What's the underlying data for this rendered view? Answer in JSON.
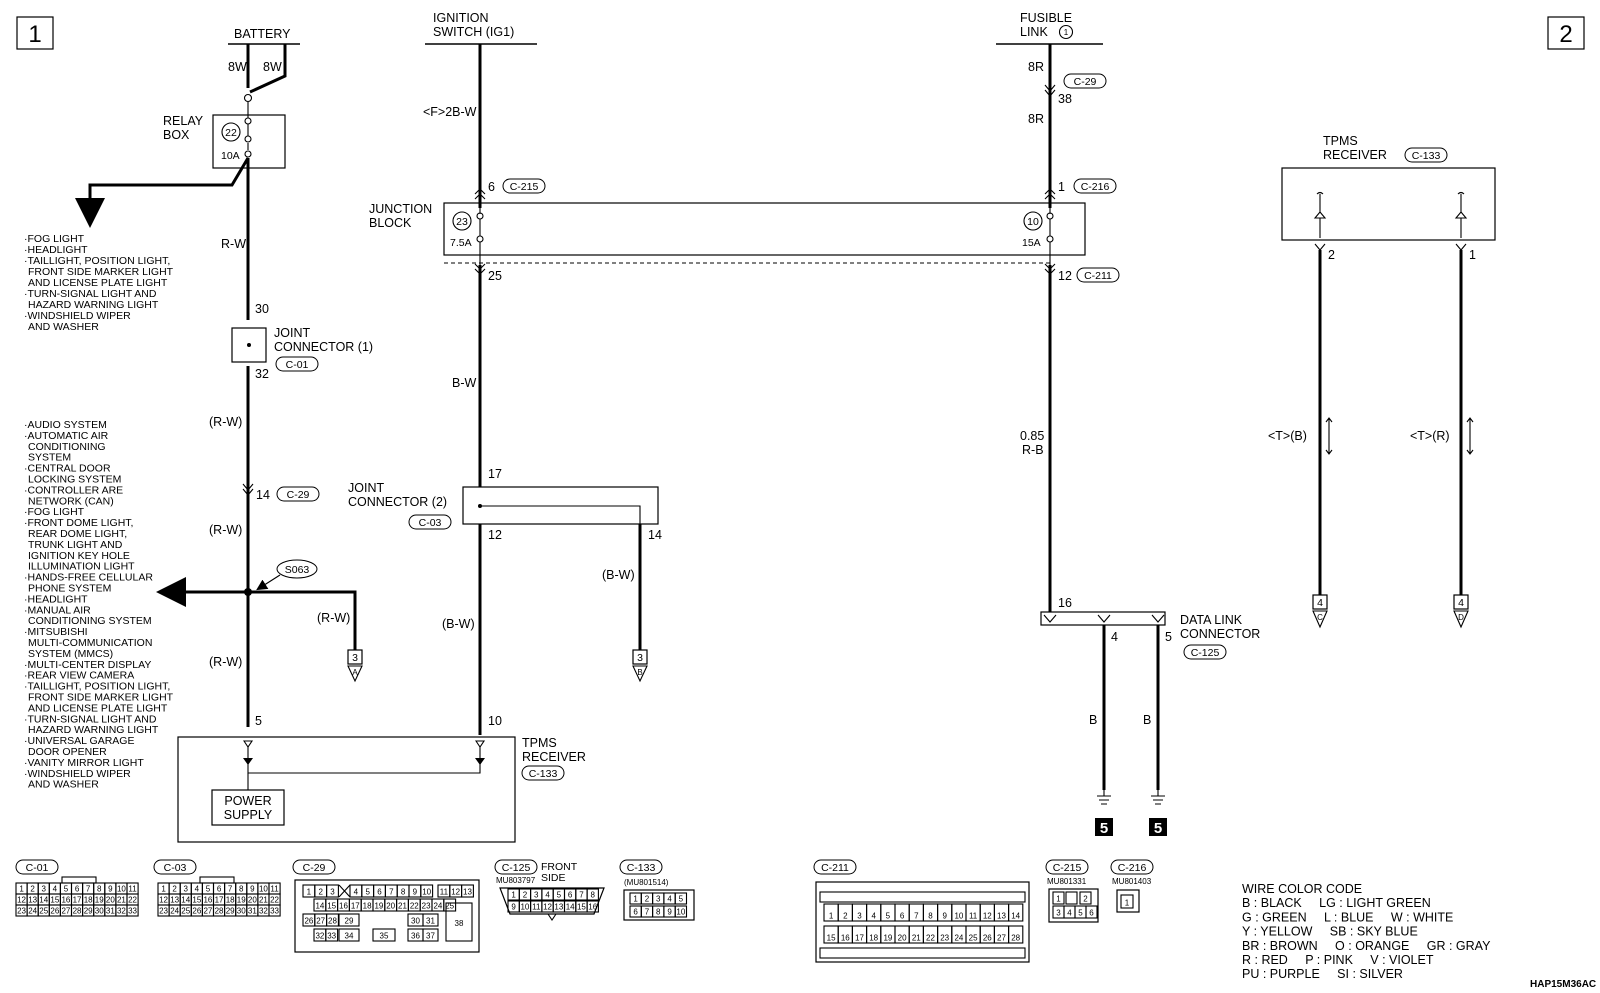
{
  "sheet": {
    "left_number": "1",
    "right_number": "2",
    "code": "HAP15M36AC"
  },
  "sources": {
    "battery": "BATTERY",
    "battery_wire_a": "8W",
    "battery_wire_b": "8W",
    "ignition_line1": "IGNITION",
    "ignition_line2": "SWITCH (IG1)",
    "fusible_line1": "FUSIBLE",
    "fusible_line2": "LINK",
    "fusible_num": "1"
  },
  "relay_box": {
    "line1": "RELAY",
    "line2": "BOX",
    "fuse_num": "22",
    "rating": "10A",
    "wire_below": "R-W"
  },
  "list1": [
    "·FOG LIGHT",
    "·HEADLIGHT",
    "·TAILLIGHT, POSITION LIGHT,",
    "FRONT SIDE MARKER LIGHT",
    "AND LICENSE PLATE LIGHT",
    "·TURN-SIGNAL LIGHT AND",
    "HAZARD WARNING LIGHT",
    "·WINDSHIELD WIPER",
    "AND WASHER"
  ],
  "list2": [
    "·AUDIO SYSTEM",
    "·AUTOMATIC AIR",
    "CONDITIONING",
    "SYSTEM",
    "·CENTRAL DOOR",
    "LOCKING SYSTEM",
    "·CONTROLLER ARE",
    "NETWORK (CAN)",
    "·FOG LIGHT",
    "·FRONT DOME LIGHT,",
    "REAR DOME LIGHT,",
    "TRUNK LIGHT AND",
    "IGNITION KEY HOLE",
    "ILLUMINATION LIGHT",
    "·HANDS-FREE CELLULAR",
    "PHONE SYSTEM",
    "·HEADLIGHT",
    "·MANUAL AIR",
    "CONDITIONING SYSTEM",
    "·MITSUBISHI",
    "MULTI-COMMUNICATION",
    "SYSTEM (MMCS)",
    "·MULTI-CENTER DISPLAY",
    "·REAR VIEW CAMERA",
    "·TAILLIGHT, POSITION LIGHT,",
    "FRONT SIDE MARKER LIGHT",
    "AND LICENSE PLATE LIGHT",
    "·TURN-SIGNAL LIGHT AND",
    "HAZARD WARNING LIGHT",
    "·UNIVERSAL GARAGE",
    "DOOR OPENER",
    "·VANITY MIRROR LIGHT",
    "·WINDSHIELD WIPER",
    "AND WASHER"
  ],
  "joint1": {
    "line1": "JOINT",
    "line2": "CONNECTOR (1)",
    "conn": "C-01",
    "pin_top": "30",
    "pin_bottom": "32"
  },
  "col1": {
    "wire_a": "(R-W)",
    "pin_14": "14",
    "conn_29": "C-29",
    "wire_b": "(R-W)",
    "splice": "S063",
    "branch_wire": "(R-W)",
    "ref_num": "3",
    "ref_letter": "A",
    "wire_c": "(R-W)",
    "pin_5": "5"
  },
  "col2": {
    "wire_top": "<F>2B-W",
    "pin_6": "6",
    "conn_215": "C-215",
    "pin_25": "25",
    "wire_mid": "B-W",
    "pin_17": "17",
    "pin_12": "12",
    "pin_14": "14",
    "wire_low": "(B-W)",
    "wire_branch": "(B-W)",
    "ref_num": "3",
    "ref_letter": "B",
    "pin_10": "10"
  },
  "junction_block": {
    "line1": "JUNCTION",
    "line2": "BLOCK",
    "fuse_a": "23",
    "rating_a": "7.5A",
    "fuse_b": "10",
    "rating_b": "15A"
  },
  "joint2": {
    "line1": "JOINT",
    "line2": "CONNECTOR (2)",
    "conn": "C-03"
  },
  "col3": {
    "wire_top": "8R",
    "conn_29": "C-29",
    "pin_38": "38",
    "wire_mid": "8R",
    "pin_1": "1",
    "conn_216": "C-216",
    "pin_12": "12",
    "conn_211": "C-211",
    "wire_size": "0.85",
    "wire_color": "R-B",
    "pin_16": "16",
    "pin_4": "4",
    "pin_5": "5",
    "wire_b1": "B",
    "wire_b2": "B",
    "ground_num_a": "5",
    "ground_num_b": "5"
  },
  "data_link": {
    "line1": "DATA LINK",
    "line2": "CONNECTOR",
    "conn": "C-125"
  },
  "tpms_left": {
    "line1": "TPMS",
    "line2": "RECEIVER",
    "conn": "C-133",
    "power_line1": "POWER",
    "power_line2": "SUPPLY"
  },
  "tpms_right": {
    "line1": "TPMS",
    "line2": "RECEIVER",
    "conn": "C-133",
    "pin_2": "2",
    "pin_1": "1",
    "wire_left": "<T>(B)",
    "wire_right": "<T>(R)",
    "ref_num_c": "4",
    "ref_letter_c": "C",
    "ref_num_d": "4",
    "ref_letter_d": "D"
  },
  "connector_views": {
    "c01": {
      "label": "C-01",
      "row1": [
        "1",
        "2",
        "3",
        "4",
        "5",
        "6",
        "7",
        "8",
        "9",
        "10",
        "11"
      ],
      "row2": [
        "12",
        "13",
        "14",
        "15",
        "16",
        "17",
        "18",
        "19",
        "20",
        "21",
        "22"
      ],
      "row3": [
        "23",
        "24",
        "25",
        "26",
        "27",
        "28",
        "29",
        "30",
        "31",
        "32",
        "33"
      ]
    },
    "c03": {
      "label": "C-03",
      "row1": [
        "1",
        "2",
        "3",
        "4",
        "5",
        "6",
        "7",
        "8",
        "9",
        "10",
        "11"
      ],
      "row2": [
        "12",
        "13",
        "14",
        "15",
        "16",
        "17",
        "18",
        "19",
        "20",
        "21",
        "22"
      ],
      "row3": [
        "23",
        "24",
        "25",
        "26",
        "27",
        "28",
        "29",
        "30",
        "31",
        "32",
        "33"
      ]
    },
    "c29": {
      "label": "C-29",
      "row1": [
        "1",
        "2",
        "3",
        "4",
        "5",
        "6",
        "7",
        "8",
        "9",
        "10",
        "11",
        "12",
        "13"
      ],
      "row2": [
        "14",
        "15",
        "16",
        "17",
        "18",
        "19",
        "20",
        "21",
        "22",
        "23",
        "24",
        "25"
      ],
      "row3": [
        "26",
        "27",
        "28",
        "29",
        "30",
        "31"
      ],
      "row4": [
        "32",
        "33",
        "34",
        "35",
        "36",
        "37"
      ],
      "pin38": "38"
    },
    "c125": {
      "label": "C-125",
      "part": "MU803797",
      "side1": "FRONT",
      "side2": "SIDE",
      "row1": [
        "1",
        "2",
        "3",
        "4",
        "5",
        "6",
        "7",
        "8"
      ],
      "row2": [
        "9",
        "10",
        "11",
        "12",
        "13",
        "14",
        "15",
        "16"
      ]
    },
    "c133": {
      "label": "C-133",
      "part": "(MU801514)",
      "row1": [
        "1",
        "2",
        "3",
        "4",
        "5"
      ],
      "row2": [
        "6",
        "7",
        "8",
        "9",
        "10"
      ]
    },
    "c211": {
      "label": "C-211",
      "row1": [
        "1",
        "2",
        "3",
        "4",
        "5",
        "6",
        "7",
        "8",
        "9",
        "10",
        "11",
        "12",
        "13",
        "14"
      ],
      "row2": [
        "15",
        "16",
        "17",
        "18",
        "19",
        "20",
        "21",
        "22",
        "23",
        "24",
        "25",
        "26",
        "27",
        "28"
      ]
    },
    "c215": {
      "label": "C-215",
      "part": "MU801331",
      "row1": [
        "1",
        "2"
      ],
      "row2": [
        "3",
        "4",
        "5",
        "6"
      ]
    },
    "c216": {
      "label": "C-216",
      "part": "MU801403",
      "pin": "1"
    }
  },
  "color_code": [
    "WIRE COLOR CODE",
    "B : BLACK     LG : LIGHT GREEN",
    "G : GREEN     L : BLUE     W : WHITE",
    "Y : YELLOW     SB : SKY BLUE",
    "BR : BROWN     O : ORANGE     GR : GRAY",
    "R : RED     P : PINK     V : VIOLET",
    "PU : PURPLE     SI : SILVER"
  ]
}
